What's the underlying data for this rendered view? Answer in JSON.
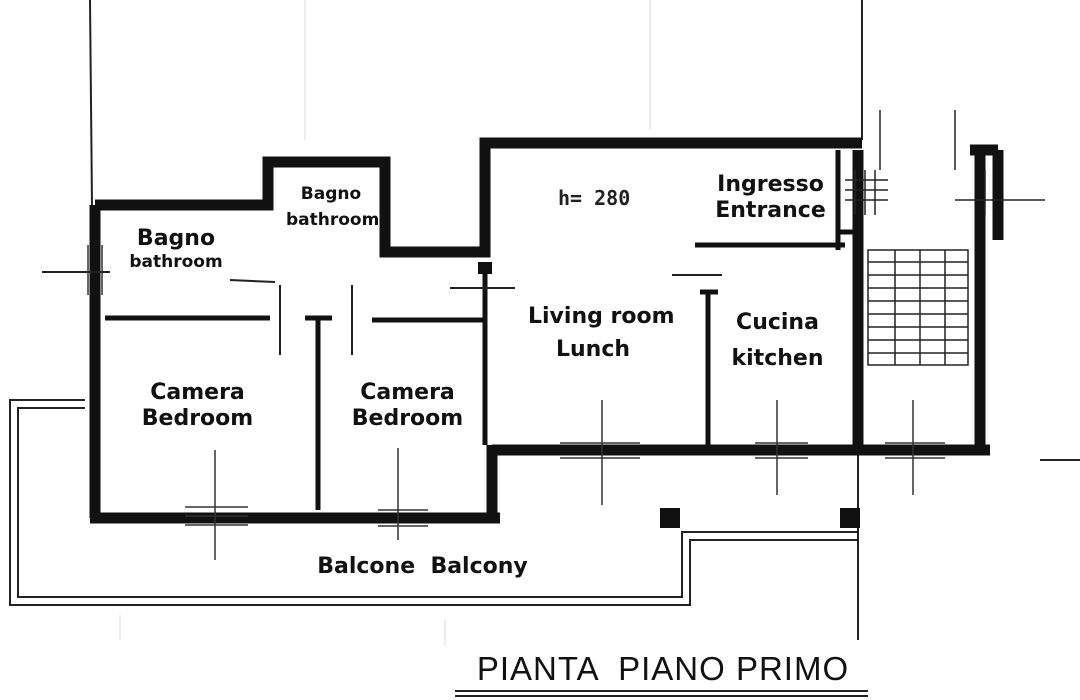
{
  "rooms": {
    "bagno_left": {
      "line1": "Bagno",
      "line2": "bathroom"
    },
    "bagno_top": {
      "line1": "Bagno",
      "line2": "bathroom"
    },
    "camera_left": {
      "line1": "Camera",
      "line2": "Bedroom"
    },
    "camera_mid": {
      "line1": "Camera",
      "line2": "Bedroom"
    },
    "living": {
      "line1": "Living room",
      "line2": "Lunch"
    },
    "cucina": {
      "line1": "Cucina",
      "line2": "kitchen"
    },
    "ingresso": {
      "line1": "Ingresso",
      "line2": "Entrance"
    },
    "balcone": {
      "text": "Balcone  Balcony"
    }
  },
  "height_mark": "h= 280",
  "title": "PIANTA  PIANO PRIMO"
}
